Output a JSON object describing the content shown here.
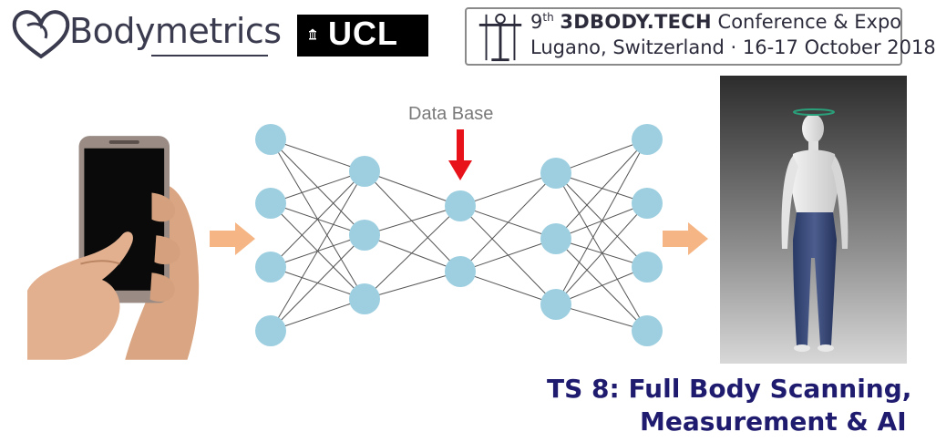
{
  "logos": {
    "bodymetrics": "Bodymetrics",
    "ucl": "UCL"
  },
  "conference": {
    "line1_prefix": "9",
    "line1_sup": "th",
    "line1_name": "3DBODY.TECH",
    "line1_suffix": "Conference & Expo",
    "line2": "Lugano, Switzerland · 16-17 October 2018"
  },
  "diagram": {
    "database_label": "Data Base",
    "layers": [
      4,
      3,
      2,
      3,
      4
    ],
    "node_color": "#9dcfe0",
    "edge_color": "#555555",
    "input_arrow_color": "#f5b584",
    "db_arrow_color": "#e8121a"
  },
  "title": {
    "line1": "TS 8: Full Body Scanning,",
    "line2": "Measurement & AI",
    "color": "#1f1b6e"
  }
}
